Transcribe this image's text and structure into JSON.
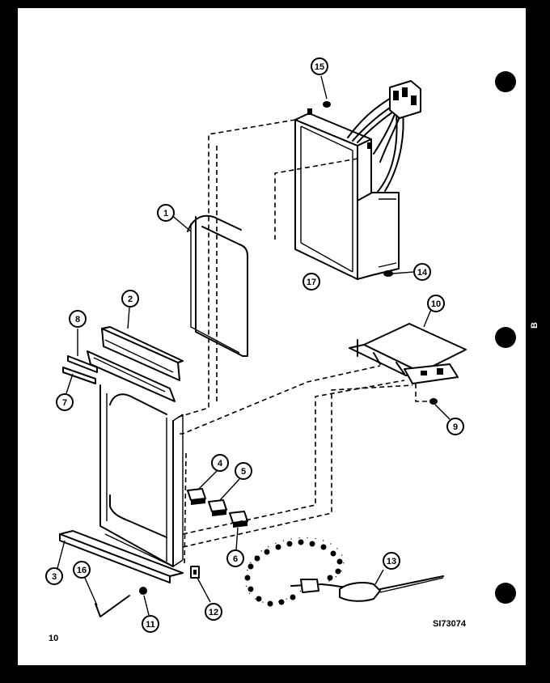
{
  "diagram": {
    "drawing_id": "SI73074",
    "page_number": "10",
    "edge_mark": "B"
  },
  "callouts": [
    "1",
    "2",
    "3",
    "4",
    "5",
    "6",
    "7",
    "8",
    "9",
    "10",
    "11",
    "12",
    "13",
    "14",
    "15",
    "16",
    "17"
  ]
}
